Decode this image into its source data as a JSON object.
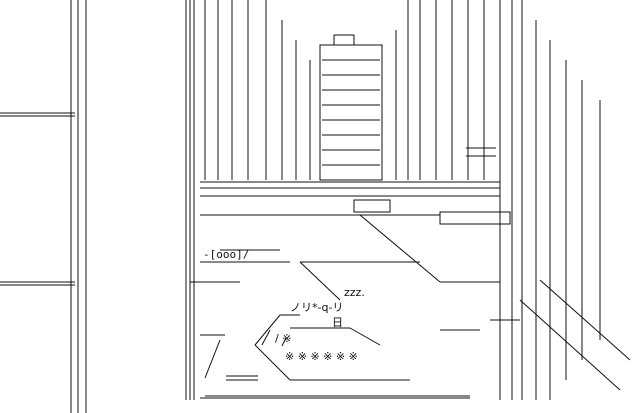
{
  "art": {
    "sign": "-[ooo]/",
    "sleep": "zzz.",
    "character": "ノリ*-q-リ",
    "kanji": "日",
    "pattern": "※ ※ ※ ※ ※ ※",
    "pattern_top": "/ ※"
  },
  "colors": {
    "ink": "#111111",
    "background": "#ffffff"
  }
}
